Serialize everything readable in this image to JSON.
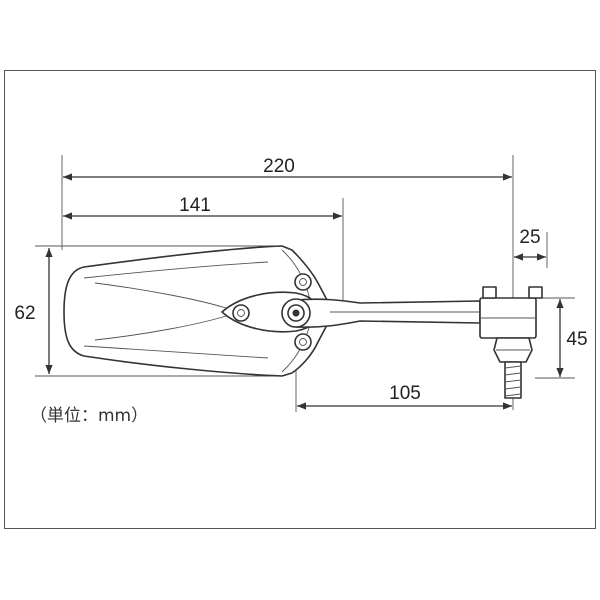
{
  "dimensions": {
    "total_length": "220",
    "head_length": "141",
    "head_height": "62",
    "mount_offset": "25",
    "mount_height": "45",
    "arm_length": "105"
  },
  "unit_note": "（単位：mm）",
  "colors": {
    "line": "#333333",
    "border": "#555555",
    "background": "#ffffff"
  }
}
